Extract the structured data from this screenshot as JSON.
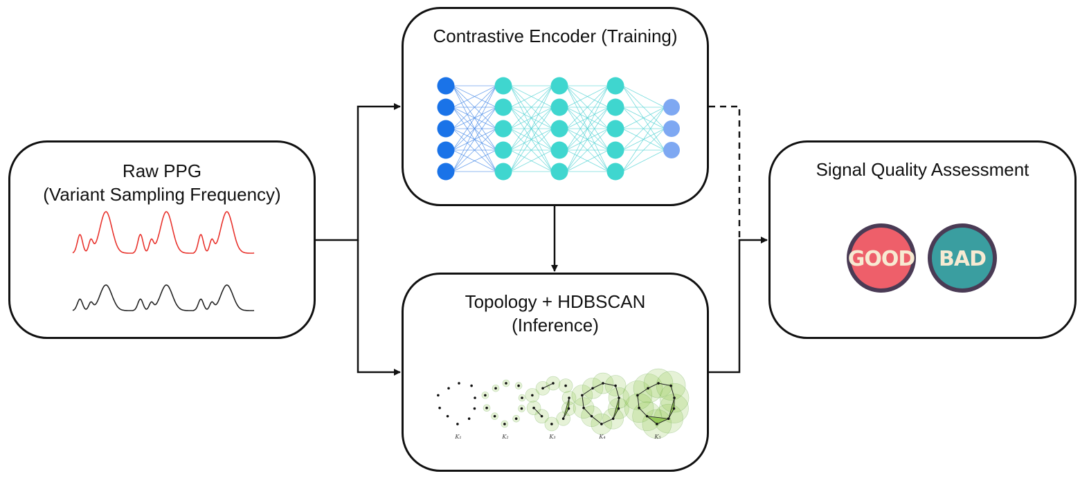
{
  "raw": {
    "title_line1": "Raw PPG",
    "title_line2": "(Variant Sampling Frequency)"
  },
  "encoder": {
    "title": "Contrastive Encoder (Training)"
  },
  "topology": {
    "title_line1": "Topology + HDBSCAN",
    "title_line2": "(Inference)",
    "stages": [
      "K₁",
      "K₂",
      "K₃",
      "K₄",
      "K₅"
    ]
  },
  "assessment": {
    "title": "Signal Quality Assessment",
    "good_label": "GOOD",
    "bad_label": "BAD"
  },
  "colors": {
    "signal_red": "#e8322c",
    "signal_black": "#222222",
    "node_input": "#1a73e8",
    "node_hidden": "#3fd6cf",
    "node_output": "#7ea8f2",
    "good_fill": "#ee5f6a",
    "bad_fill": "#3a9ea0",
    "badge_ring": "#4a3b55",
    "cluster_green": "#8bc34a"
  }
}
